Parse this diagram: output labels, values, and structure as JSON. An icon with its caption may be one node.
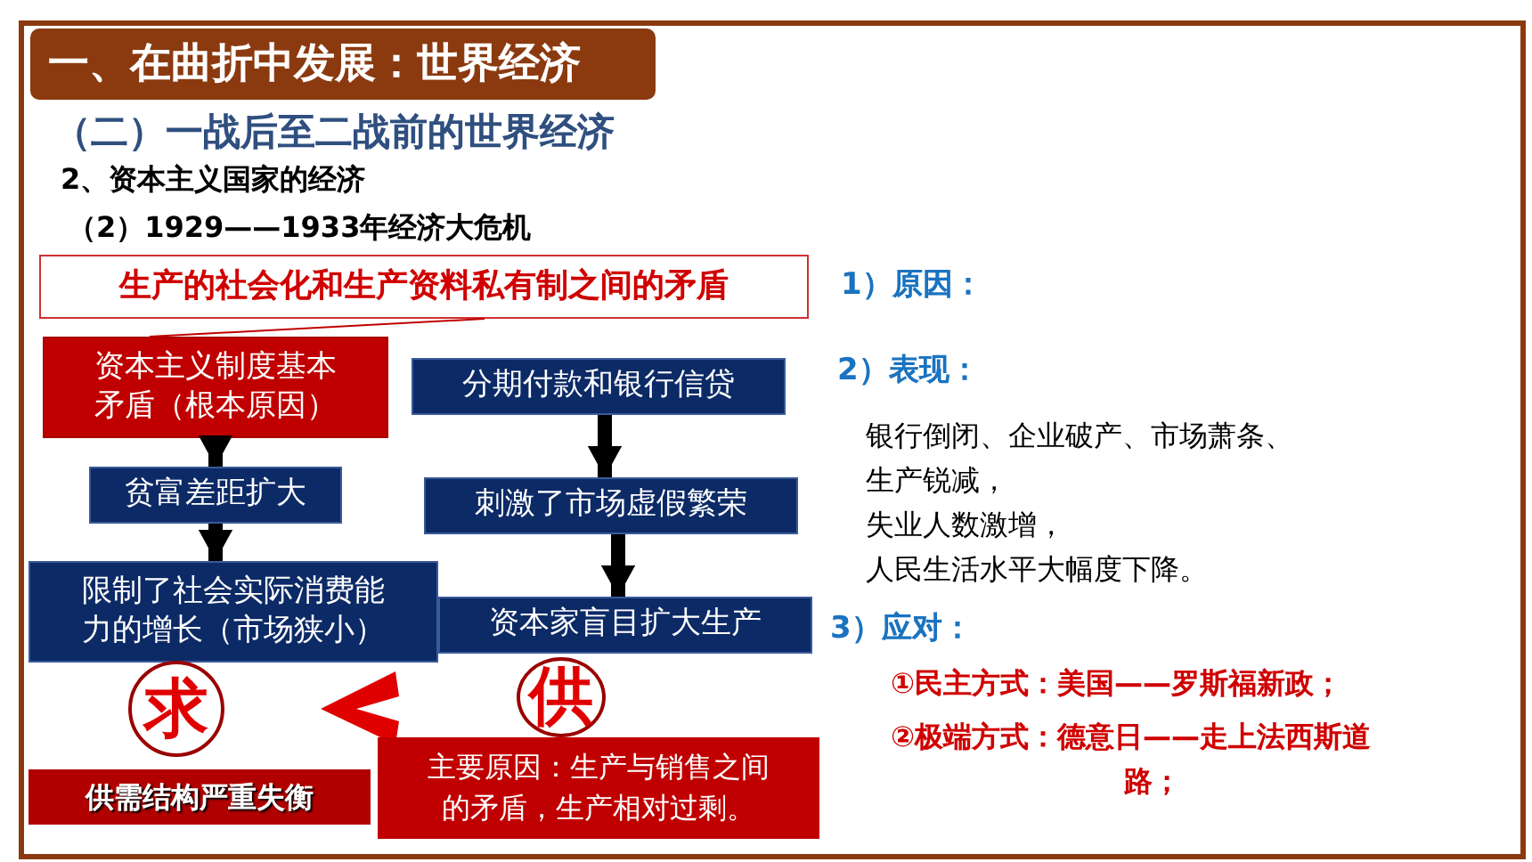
{
  "diagram": {
    "title": "一、在曲折中发展：世界经济",
    "nodes": [
      {
        "text": [
          "生产的社会化和生产资料私有制之间的矛盾"
        ]
      },
      {
        "text": [
          "资本主义制度基本矛盾（根本原因）"
        ]
      },
      {
        "text": [
          "贫富差距扩大"
        ]
      },
      {
        "text": [
          "限制了社会实际消费能力的增长（市场狭小）"
        ]
      },
      {
        "text": [
          "分期付款和银行信贷"
        ]
      },
      {
        "text": [
          "刺激了市场虚假繁荣"
        ]
      },
      {
        "text": [
          "资本家盲目扩大生产"
        ]
      },
      {
        "text": [
          "求"
        ]
      },
      {
        "text": [
          "供"
        ]
      },
      {
        "text": [
          "供需结构严重失衡"
        ]
      },
      {
        "text": [
          "主要原因：生产与销售之间的矛盾，生产相对过剩。"
        ]
      }
    ],
    "edges": [
      {
        "from": 0,
        "to": 1,
        "arrow": "none",
        "color": "#c00000"
      },
      {
        "from": 1,
        "to": 2,
        "arrow": "to"
      },
      {
        "from": 2,
        "to": 3,
        "arrow": "to"
      },
      {
        "from": 4,
        "to": 5,
        "arrow": "to"
      },
      {
        "from": 5,
        "to": 6,
        "arrow": "to"
      }
    ],
    "labels": [
      "（二）一战后至二战前的世界经济",
      "2、资本主义国家的经济",
      "（2）1929——1933年经济大危机",
      "1）原因：",
      "2）表现：",
      "银行倒闭、企业破产、市场萧条、生产锐减，",
      "失业人数激增，",
      "人民生活水平大幅度下降。",
      "3）应对：",
      "①民主方式：美国——罗斯福新政；",
      "②极端方式：德意日——走上法西斯道路；"
    ]
  }
}
